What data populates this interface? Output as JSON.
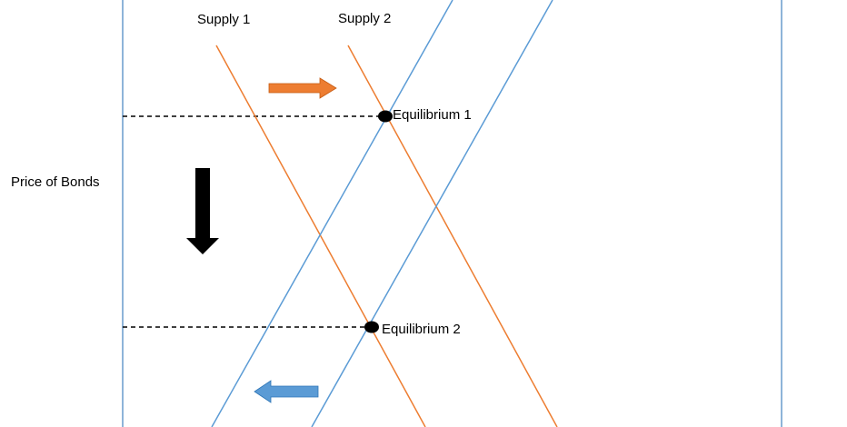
{
  "diagram": {
    "axis_label": "Price of Bonds",
    "supply_labels": {
      "supply1": "Supply 1",
      "supply2": "Supply 2"
    },
    "equilibria": {
      "eq1": "Equilibrium 1",
      "eq2": "Equilibrium 2"
    },
    "colors": {
      "supply_line": "#ED7D31",
      "demand_line": "#5B9BD5",
      "frame": "#8EB4D9",
      "dashed_line": "#000000",
      "shift_arrow_supply": "#ED7D31",
      "shift_arrow_demand": "#5B9BD5",
      "price_arrow": "#000000",
      "point": "#000000"
    },
    "arrows": {
      "supply_shift": "right-arrow",
      "demand_shift": "left-arrow",
      "price_change": "down-arrow"
    }
  }
}
